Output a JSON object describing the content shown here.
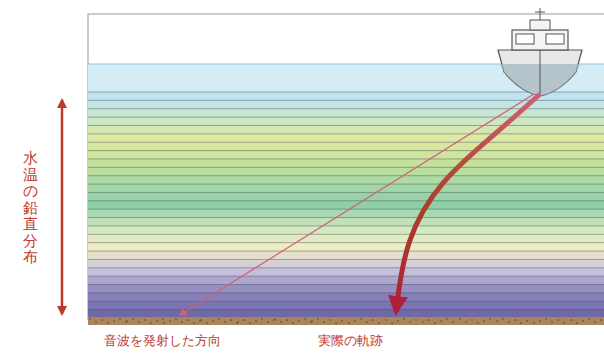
{
  "diagram": {
    "labels": [
      "水温の鉛直分布",
      "音波を発射した方向",
      "実際の軌跡"
    ]
  }
}
